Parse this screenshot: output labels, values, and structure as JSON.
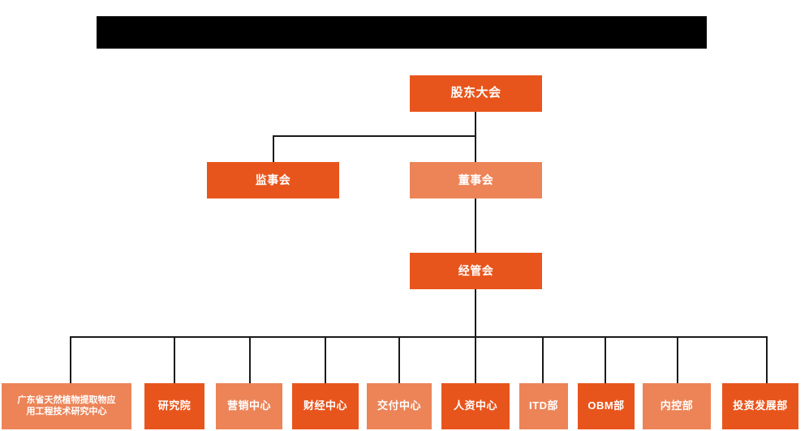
{
  "diagram": {
    "title_bar": {
      "name": "redacted-title-banner",
      "label": "",
      "color": "#000000"
    },
    "colors": {
      "primary": "#E8551C",
      "secondary": "#EC8458",
      "connector": "#1a1a1a",
      "background": "#ffffff",
      "text": "#ffffff"
    },
    "levels": [
      {
        "level": 1,
        "nodes": [
          {
            "id": "shareholders-meeting",
            "label": "股东大会",
            "style": "primary"
          }
        ]
      },
      {
        "level": 2,
        "nodes": [
          {
            "id": "board-of-supervisors",
            "label": "监事会",
            "style": "primary"
          },
          {
            "id": "board-of-directors",
            "label": "董事会",
            "style": "secondary"
          }
        ]
      },
      {
        "level": 3,
        "nodes": [
          {
            "id": "management-committee",
            "label": "经管会",
            "style": "primary"
          }
        ]
      },
      {
        "level": 4,
        "nodes": [
          {
            "id": "guangdong-research-center",
            "label_line1": "广东省天然植物提取物应",
            "label_line2": "用工程技术研究中心",
            "style": "secondary"
          },
          {
            "id": "research-institute",
            "label": "研究院",
            "style": "primary"
          },
          {
            "id": "marketing-center",
            "label": "营销中心",
            "style": "secondary"
          },
          {
            "id": "finance-center",
            "label": "财经中心",
            "style": "primary"
          },
          {
            "id": "delivery-center",
            "label": "交付中心",
            "style": "secondary"
          },
          {
            "id": "hr-center",
            "label": "人资中心",
            "style": "primary"
          },
          {
            "id": "itd-department",
            "label": "ITD部",
            "style": "secondary"
          },
          {
            "id": "obm-department",
            "label": "OBM部",
            "style": "primary"
          },
          {
            "id": "internal-control-department",
            "label": "内控部",
            "style": "secondary"
          },
          {
            "id": "investment-development-department",
            "label": "投资发展部",
            "style": "primary"
          }
        ]
      }
    ]
  }
}
